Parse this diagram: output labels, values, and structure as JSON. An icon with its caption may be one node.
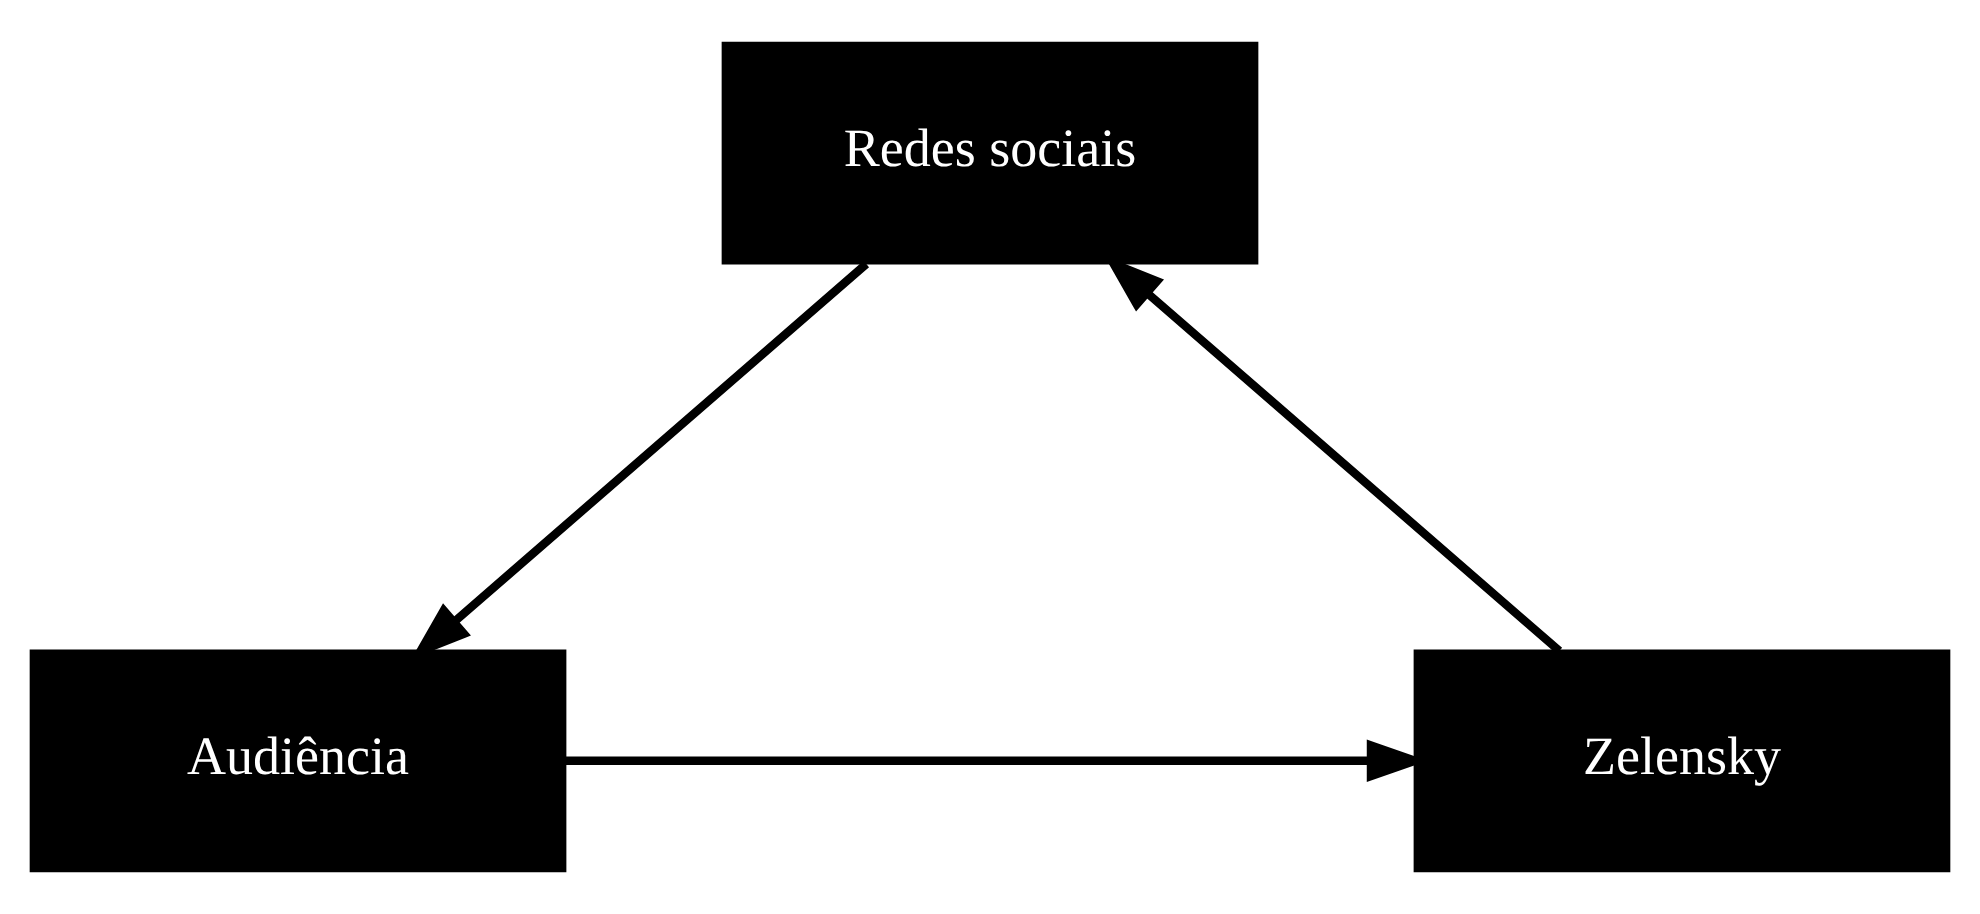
{
  "diagram": {
    "nodes": [
      {
        "text": [
          "Redes sociais"
        ]
      },
      {
        "text": [
          "Zelensky"
        ]
      },
      {
        "text": [
          "Audiência"
        ]
      }
    ],
    "edges": [
      {
        "from": 1,
        "to": 0,
        "arrow": "to"
      },
      {
        "from": 0,
        "to": 2,
        "arrow": "to"
      },
      {
        "from": 2,
        "to": 1,
        "arrow": "to"
      }
    ]
  }
}
